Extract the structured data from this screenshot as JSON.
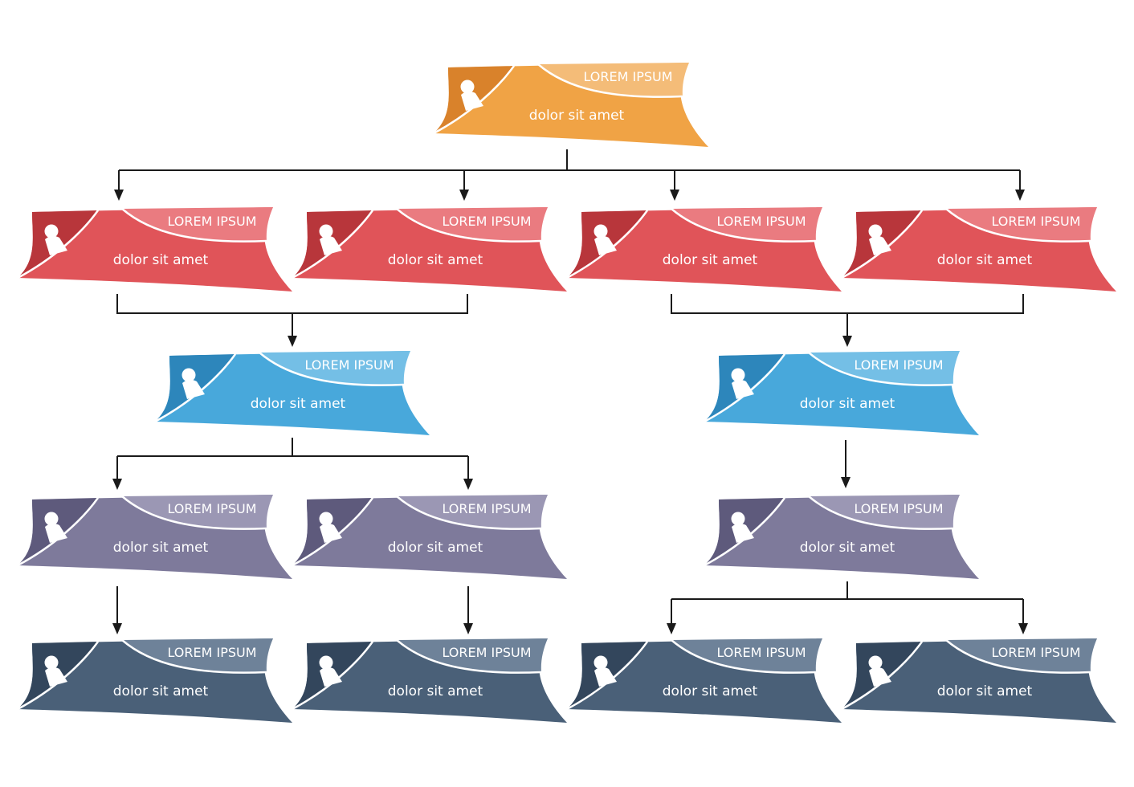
{
  "colors": {
    "background": "#ffffff",
    "connector": "#1a1a1a",
    "orange": {
      "main": "#f0a345",
      "light": "#f4bc78",
      "dark": "#d9822b"
    },
    "red": {
      "main": "#e05459",
      "light": "#ea7b80",
      "dark": "#b8363b"
    },
    "blue": {
      "main": "#48a8db",
      "light": "#74bfe6",
      "dark": "#2d86bb"
    },
    "purple": {
      "main": "#7e7a9b",
      "light": "#9b97b4",
      "dark": "#5e5a7c"
    },
    "slate": {
      "main": "#4a6078",
      "light": "#6e8299",
      "dark": "#33465c"
    }
  },
  "nodes": [
    {
      "id": "ceo",
      "level": "orange",
      "title": "LOREM IPSUM",
      "subtitle": "dolor sit amet",
      "icon": "person-icon"
    },
    {
      "id": "r1",
      "level": "red",
      "title": "LOREM IPSUM",
      "subtitle": "dolor sit amet",
      "icon": "person-icon"
    },
    {
      "id": "r2",
      "level": "red",
      "title": "LOREM IPSUM",
      "subtitle": "dolor sit amet",
      "icon": "person-icon"
    },
    {
      "id": "r3",
      "level": "red",
      "title": "LOREM IPSUM",
      "subtitle": "dolor sit amet",
      "icon": "person-icon"
    },
    {
      "id": "r4",
      "level": "red",
      "title": "LOREM IPSUM",
      "subtitle": "dolor sit amet",
      "icon": "person-icon"
    },
    {
      "id": "b1",
      "level": "blue",
      "title": "LOREM IPSUM",
      "subtitle": "dolor sit amet",
      "icon": "person-icon"
    },
    {
      "id": "b2",
      "level": "blue",
      "title": "LOREM IPSUM",
      "subtitle": "dolor sit amet",
      "icon": "person-icon"
    },
    {
      "id": "p1",
      "level": "purple",
      "title": "LOREM IPSUM",
      "subtitle": "dolor sit amet",
      "icon": "person-icon"
    },
    {
      "id": "p2",
      "level": "purple",
      "title": "LOREM IPSUM",
      "subtitle": "dolor sit amet",
      "icon": "person-icon"
    },
    {
      "id": "p3",
      "level": "purple",
      "title": "LOREM IPSUM",
      "subtitle": "dolor sit amet",
      "icon": "person-icon"
    },
    {
      "id": "s1",
      "level": "slate",
      "title": "LOREM IPSUM",
      "subtitle": "dolor sit amet",
      "icon": "person-icon"
    },
    {
      "id": "s2",
      "level": "slate",
      "title": "LOREM IPSUM",
      "subtitle": "dolor sit amet",
      "icon": "person-icon"
    },
    {
      "id": "s3",
      "level": "slate",
      "title": "LOREM IPSUM",
      "subtitle": "dolor sit amet",
      "icon": "person-icon"
    },
    {
      "id": "s4",
      "level": "slate",
      "title": "LOREM IPSUM",
      "subtitle": "dolor sit amet",
      "icon": "person-icon"
    }
  ],
  "edges": [
    {
      "from": "ceo",
      "to": [
        "r1",
        "r2",
        "r3",
        "r4"
      ]
    },
    {
      "from": [
        "r1",
        "r2"
      ],
      "to": "b1"
    },
    {
      "from": [
        "r3",
        "r4"
      ],
      "to": "b2"
    },
    {
      "from": "b1",
      "to": [
        "p1",
        "p2"
      ]
    },
    {
      "from": "b2",
      "to": "p3"
    },
    {
      "from": "p1",
      "to": "s1"
    },
    {
      "from": "p2",
      "to": "s2"
    },
    {
      "from": "p3",
      "to": [
        "s3",
        "s4"
      ]
    }
  ]
}
